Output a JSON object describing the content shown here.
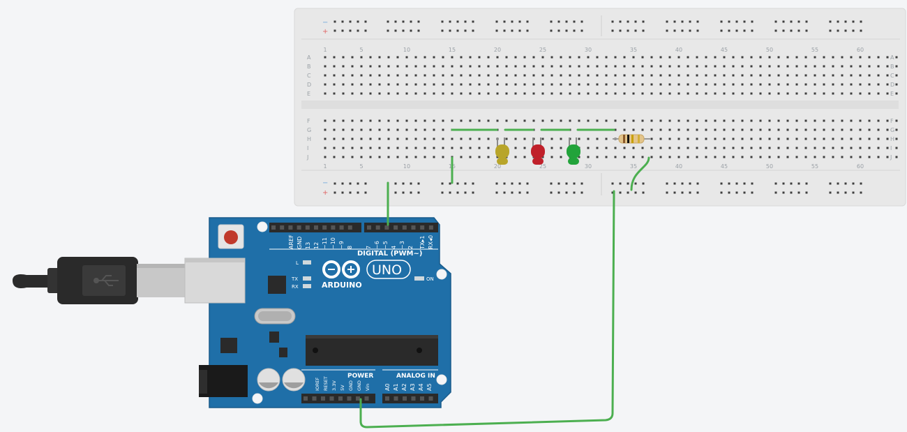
{
  "breadboard": {
    "column_numbers": [
      "1",
      "5",
      "10",
      "15",
      "20",
      "25",
      "30",
      "35",
      "40",
      "45",
      "50",
      "55",
      "60"
    ],
    "row_letters_top": [
      "A",
      "B",
      "C",
      "D",
      "E"
    ],
    "row_letters_bottom": [
      "F",
      "G",
      "H",
      "I",
      "J"
    ],
    "rail_minus": "−",
    "rail_plus": "+"
  },
  "arduino": {
    "brand": "ARDUINO",
    "model": "UNO",
    "digital_header": "DIGITAL (PWM~)",
    "digital_pins": [
      "AREF",
      "GND",
      "13",
      "12",
      "~11",
      "~10",
      "~9",
      "8",
      "7",
      "~6",
      "~5",
      "4",
      "~3",
      "2",
      "TX▸1",
      "RX◂0"
    ],
    "power_header": "POWER",
    "power_pins": [
      "IOREF",
      "RESET",
      "3.3V",
      "5V",
      "GND",
      "GND",
      "Vin"
    ],
    "analog_header": "ANALOG IN",
    "analog_pins": [
      "A0",
      "A1",
      "A2",
      "A3",
      "A4",
      "A5"
    ],
    "led_l": "L",
    "led_tx": "TX",
    "led_rx": "RX",
    "on_label": "ON"
  },
  "components": {
    "leds": [
      {
        "color_name": "yellow",
        "fill": "#b8a52a"
      },
      {
        "color_name": "red",
        "fill": "#c0202a"
      },
      {
        "color_name": "green",
        "fill": "#22a33a"
      }
    ],
    "resistor": {
      "band_colors": [
        "#8b5a2b",
        "#111111",
        "#c8a000",
        "#d4af37"
      ]
    }
  },
  "colors": {
    "wire": "#4caf50",
    "board": "#1f6fa8",
    "breadboard": "#e8e8e8"
  }
}
